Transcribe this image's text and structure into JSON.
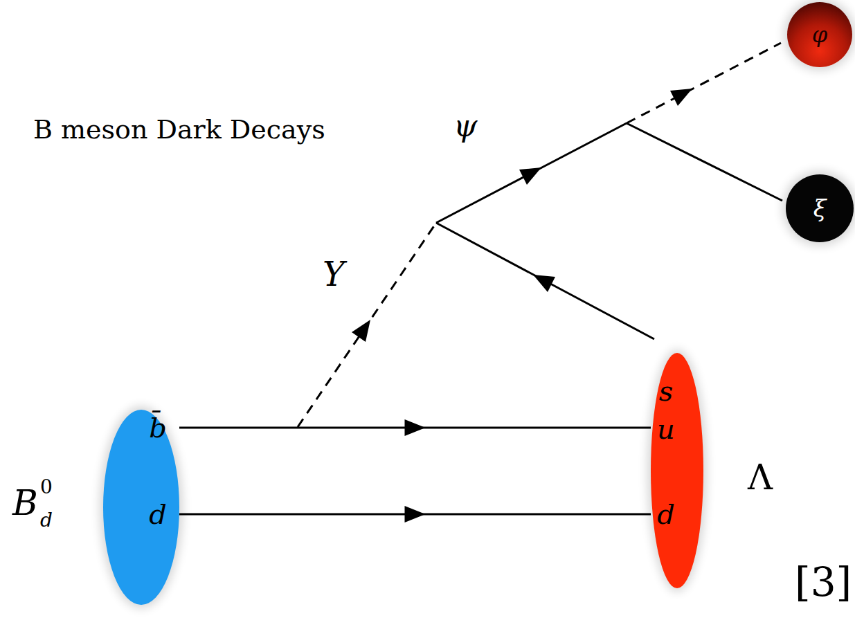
{
  "diagram": {
    "nodes": [
      {
        "text": [
          "b̄",
          "d"
        ]
      },
      {
        "text": [
          "s",
          "u",
          "d",
          "Λ"
        ]
      },
      {
        "text": [
          "φ"
        ]
      },
      {
        "text": [
          "ξ"
        ]
      }
    ],
    "edges": [
      {
        "from": 0,
        "to": 1,
        "arrow": "to"
      },
      {
        "from": 0,
        "to": 1,
        "arrow": "to"
      }
    ],
    "labels": [
      "B meson Dark Decays",
      "ψ",
      "Y",
      "B",
      "0",
      "d",
      "[3]"
    ]
  }
}
